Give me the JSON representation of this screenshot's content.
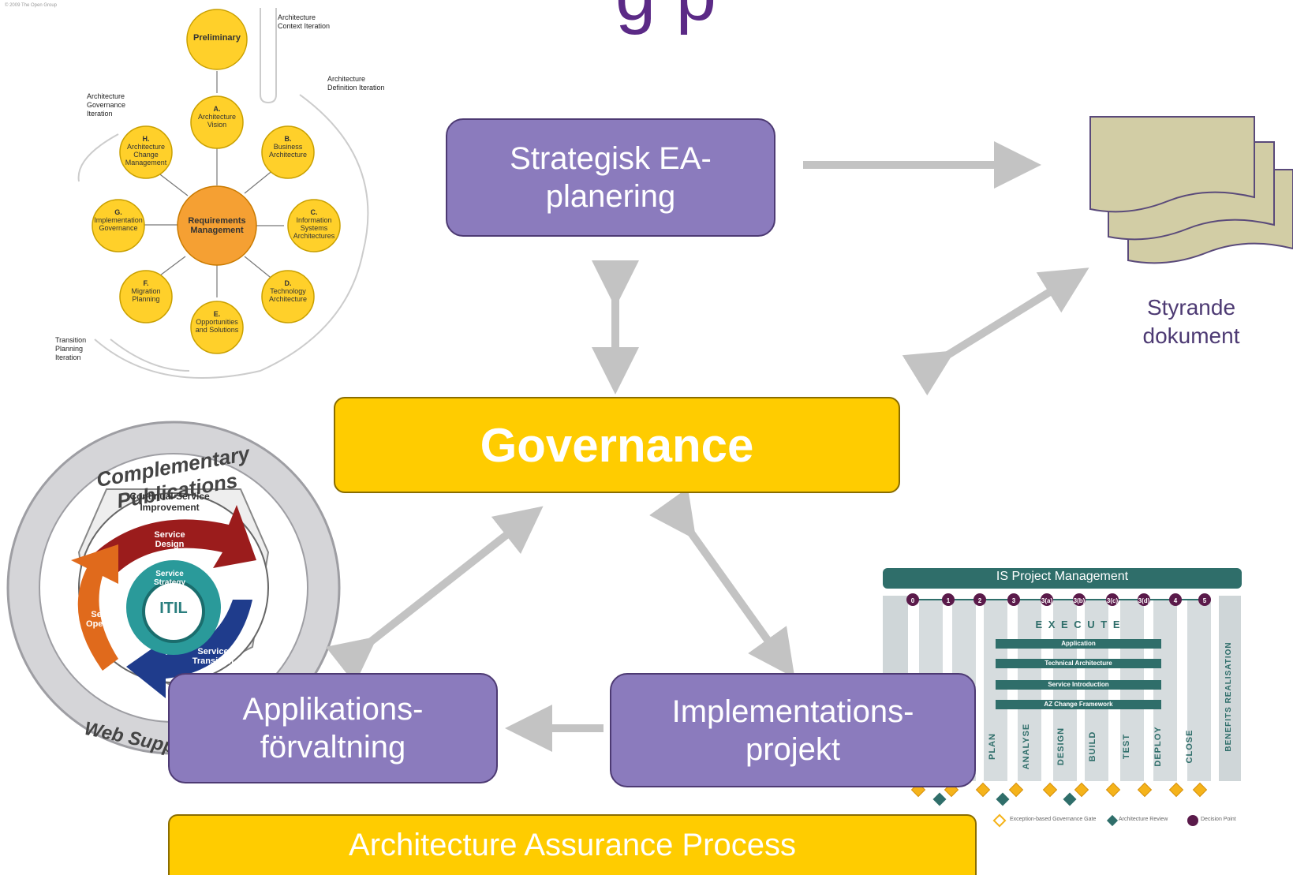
{
  "title_fragment": "g        p",
  "boxes": {
    "strategic": "Strategisk EA-planering",
    "governance": "Governance",
    "application": "Applikations-förvaltning",
    "implementation": "Implementations-projekt",
    "assurance": "Architecture Assurance Process"
  },
  "documents_label": "Styrande dokument",
  "togaf": {
    "copyright": "© 2009 The Open Group",
    "center": "Requirements Management",
    "preliminary": "Preliminary",
    "phases": [
      {
        "letter": "A.",
        "name": "Architecture Vision"
      },
      {
        "letter": "B.",
        "name": "Business Architecture"
      },
      {
        "letter": "C.",
        "name": "Information Systems Architectures"
      },
      {
        "letter": "D.",
        "name": "Technology Architecture"
      },
      {
        "letter": "E.",
        "name": "Opportunities and Solutions"
      },
      {
        "letter": "F.",
        "name": "Migration Planning"
      },
      {
        "letter": "G.",
        "name": "Implementation Governance"
      },
      {
        "letter": "H.",
        "name": "Architecture Change Management"
      }
    ],
    "iterations": [
      "Architecture Context Iteration",
      "Architecture Definition Iteration",
      "Architecture Governance Iteration",
      "Transition Planning Iteration"
    ]
  },
  "itil": {
    "outer": "Complementary Publications",
    "bottom": "Web Support",
    "csi": "Continual Service Improvement",
    "design": "Service Design",
    "strategy": "Service Strategy",
    "center": "ITIL",
    "operation": "Service Operation",
    "transition": "Service Transition"
  },
  "pm": {
    "title": "IS Project Management",
    "milestones": [
      "0",
      "1",
      "2",
      "3",
      "3(a)",
      "3(b)",
      "3(c)",
      "3(d)",
      "4",
      "5"
    ],
    "execute": "E X E C U T E",
    "bars": [
      "Application",
      "Technical Architecture",
      "Service Introduction",
      "AZ Change Framework"
    ],
    "phases": [
      "PLAN",
      "ANALYSE",
      "DESIGN",
      "BUILD",
      "TEST",
      "DEPLOY",
      "CLOSE"
    ],
    "benefits": "BENEFITS REALISATION",
    "legend": [
      "Exception-based Governance Gate",
      "Architecture Review",
      "Decision Point"
    ]
  },
  "colors": {
    "purple": "#8b7bbd",
    "gold": "#ffcc00",
    "arrow": "#c3c3c3",
    "teal": "#2f6e6a"
  }
}
